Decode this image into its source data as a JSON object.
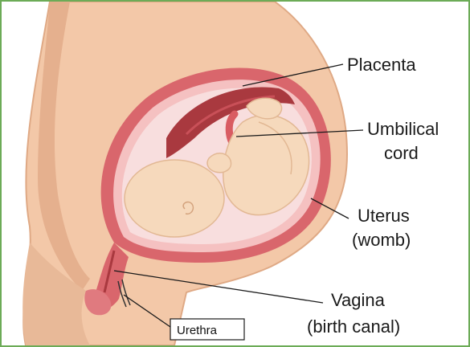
{
  "labels": {
    "placenta": "Placenta",
    "umbilical_line1": "Umbilical",
    "umbilical_line2": "cord",
    "uterus_line1": "Uterus",
    "uterus_line2": "(womb)",
    "vagina_line1": "Vagina",
    "vagina_line2": "(birth canal)",
    "urethra": "Urethra"
  },
  "colors": {
    "frame_border": "#6cab57",
    "skin": "#f3c8a8",
    "skin_shadow": "#dfa985",
    "uterus_wall": "#d9666c",
    "uterus_inner": "#f5c1c1",
    "placenta": "#a9393f",
    "fluid": "#f8dede",
    "baby": "#f6d9bc"
  }
}
